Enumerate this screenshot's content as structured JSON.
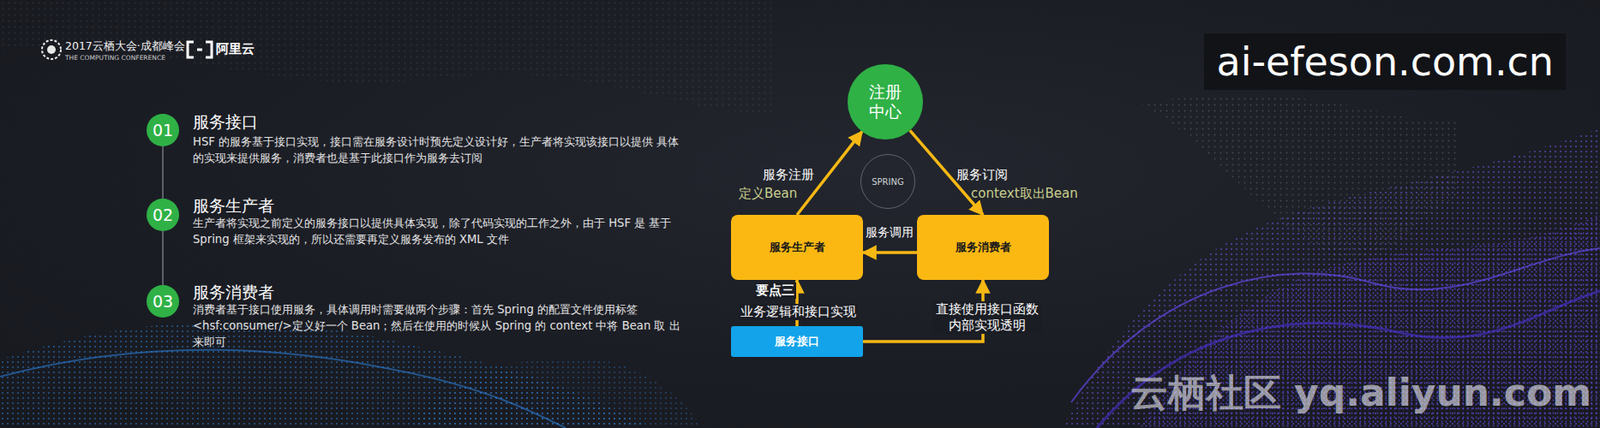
{
  "diagram": {
    "nodes": [
      {
        "text": [
          "01"
        ]
      },
      {
        "text": [
          "02"
        ]
      },
      {
        "text": [
          "03"
        ]
      },
      {
        "text": [
          "注册 中心"
        ]
      },
      {
        "text": [
          "SPRING"
        ]
      },
      {
        "text": [
          "服务生产者"
        ]
      },
      {
        "text": [
          "服务消费者"
        ]
      },
      {
        "text": [
          "服务接口"
        ]
      }
    ],
    "edges": [
      {
        "from": 0,
        "to": 1,
        "arrow": "none"
      },
      {
        "from": 1,
        "to": 2,
        "arrow": "none"
      },
      {
        "from": 5,
        "to": 3,
        "label": "服务注册",
        "arrow": "to"
      },
      {
        "from": 3,
        "to": 6,
        "label": "服务订阅",
        "arrow": "to"
      },
      {
        "from": 6,
        "to": 5,
        "label": "服务调用",
        "arrow": "to"
      },
      {
        "from": 7,
        "to": 5,
        "label": "业务逻辑和接口实现",
        "arrow": "to"
      },
      {
        "from": 7,
        "to": 6,
        "label": "直接使用接口函数 内部实现透明",
        "arrow": "to"
      }
    ],
    "labels": [
      "2017云栖大会·成都峰会",
      "THE COMPUTING CONFERENCE",
      "阿里云",
      "服务接口",
      "HSF 的服务基于接口实现，接口需在服务设计时预先定义设计好，生产者将实现该接口以提供 具体的实现来提供服务，消费者也是基于此接口作为服务去订阅",
      "服务生产者",
      "生产者将实现之前定义的服务接口以提供具体实现，除了代码实现的工作之外，由于 HSF 是 基于 Spring 框架来实现的，所以还需要再定义服务发布的 XML 文件",
      "服务消费者",
      "消费者基于接口使用服务，具体调用时需要做两个步骤：首先 Spring 的配置文件使用标签 <hsf:consumer/>定义好一个 Bean；然后在使用的时候从 Spring 的 context 中将 Bean 取 出来即可",
      "定义Bean",
      "context取出Bean",
      "要点三",
      "ai-efeson.com.cn",
      "云栖社区 yq.aliyun.com"
    ]
  }
}
